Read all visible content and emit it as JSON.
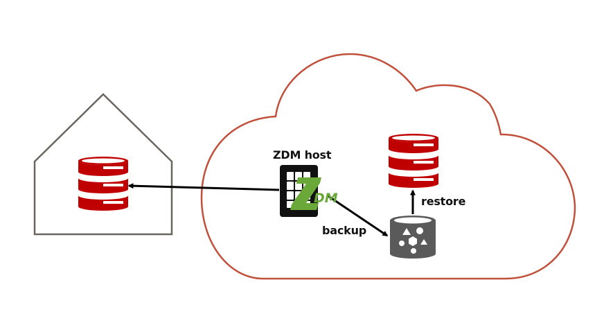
{
  "diagram": {
    "title": "ZDM offline migration via backup and restore",
    "colors": {
      "on_premises_outline": "#6b6560",
      "cloud_outline": "#c0503c",
      "database_red": "#c00000",
      "backup_storage_gray": "#5a5a5a",
      "zdm_tile_black": "#111111",
      "zdm_logo_green": "#6aa83a",
      "arrow": "#000000"
    },
    "nodes": {
      "on_premises": {
        "label": "",
        "icon": "house-outline-icon"
      },
      "source_database": {
        "label": "",
        "icon": "database-icon"
      },
      "cloud": {
        "label": "",
        "icon": "cloud-outline-icon"
      },
      "zdm_host": {
        "label": "ZDM host",
        "icon": "zdm-logo-icon",
        "logo_big": "Z",
        "logo_small": "DM"
      },
      "backup_storage": {
        "label": "",
        "icon": "object-storage-icon"
      },
      "target_database": {
        "label": "",
        "icon": "database-icon"
      }
    },
    "edges": [
      {
        "from": "zdm_host",
        "to": "source_database",
        "label": ""
      },
      {
        "from": "zdm_host",
        "to": "backup_storage",
        "label": "backup"
      },
      {
        "from": "backup_storage",
        "to": "target_database",
        "label": "restore"
      }
    ],
    "labels": {
      "zdm_host": "ZDM host",
      "backup": "backup",
      "restore": "restore"
    }
  }
}
